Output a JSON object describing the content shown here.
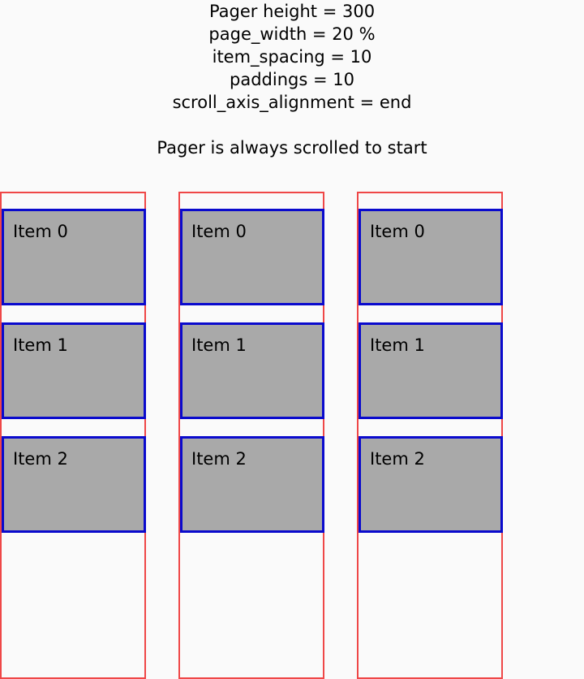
{
  "header": {
    "lines": [
      "Pager height = 300",
      "page_width = 20 %",
      "item_spacing = 10",
      "paddings = 10",
      "scroll_axis_alignment = end"
    ],
    "note": "Pager is always scrolled to start"
  },
  "pagers": [
    {
      "items": [
        "Item 0",
        "Item 1",
        "Item 2"
      ]
    },
    {
      "items": [
        "Item 0",
        "Item 1",
        "Item 2"
      ]
    },
    {
      "items": [
        "Item 0",
        "Item 1",
        "Item 2"
      ]
    }
  ],
  "colors": {
    "background": "#fafafa",
    "pager_border": "#ef4747",
    "item_fill": "#a9a9a9",
    "item_border": "#0a0acd"
  }
}
